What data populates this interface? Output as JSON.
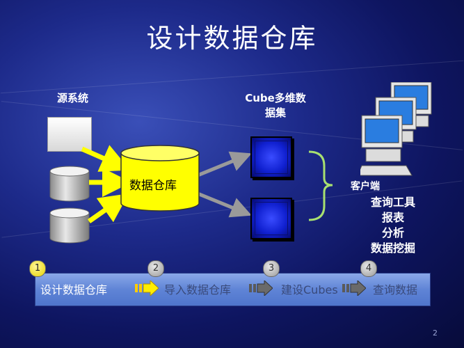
{
  "title": "设计数据仓库",
  "source_label": "源系统",
  "warehouse_label": "数据仓库",
  "cube_label_line1": "Cube多维数",
  "cube_label_line2": "据集",
  "client_label": "客户端",
  "client_tools": [
    "查询工具",
    "报表",
    "分析",
    "数据挖掘"
  ],
  "steps": [
    {
      "num": "1",
      "label": "设计数据仓库",
      "active": true
    },
    {
      "num": "2",
      "label": "导入数据仓库",
      "active": false
    },
    {
      "num": "3",
      "label": "建设Cubes",
      "active": false
    },
    {
      "num": "4",
      "label": "查询数据",
      "active": false
    }
  ],
  "page_number": "2",
  "colors": {
    "warehouse": "#ffff00",
    "arrow_yellow": "#ffff00",
    "bracket": "#a8e070",
    "cube": "#1020d0"
  }
}
